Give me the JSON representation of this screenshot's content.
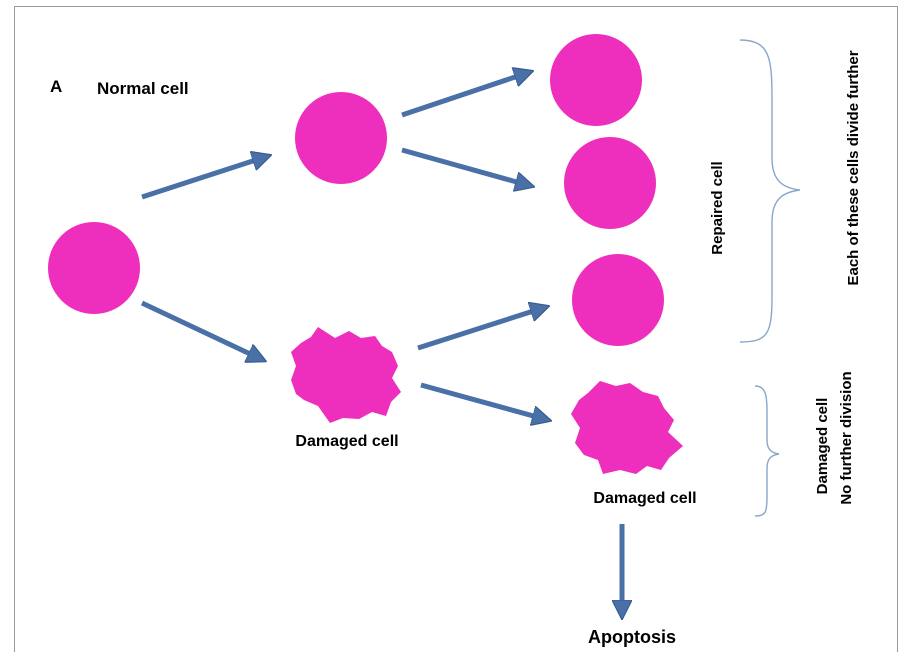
{
  "panel_letter": "A",
  "labels": {
    "normal_cell": "Normal cell",
    "damaged_cell_left": "Damaged cell",
    "damaged_cell_right": "Damaged cell",
    "apoptosis": "Apoptosis",
    "repaired_cell": "Repaired cell",
    "divide_further": "Each of these cells divide further",
    "damaged_no_division_line1": "Damaged cell",
    "damaged_no_division_line2": "No further division"
  },
  "colors": {
    "cell_fill": "#ee2ebd",
    "arrow_fill": "#4a70a8",
    "arrow_stroke": "#375c8e",
    "brace": "#8aa6c8",
    "frame": "#9a9a9a"
  }
}
